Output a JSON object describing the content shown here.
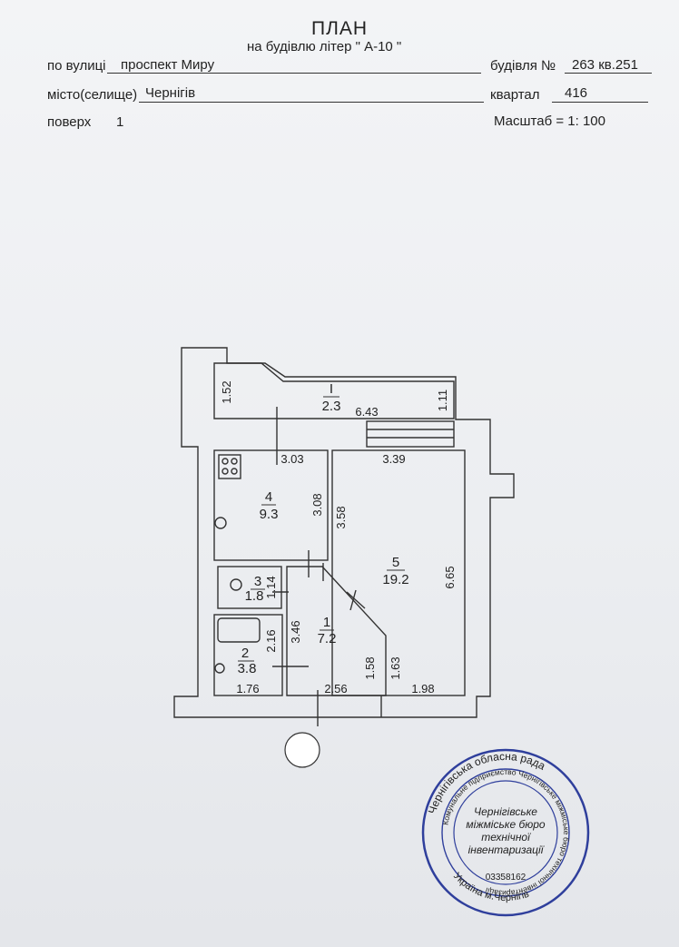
{
  "header": {
    "title": "ПЛАН",
    "subtitle": "на будівлю літер \" А-10        \"",
    "street_label": "по вулиці",
    "street_value": "проспект Миру",
    "building_label": "будівля №",
    "building_value": "263 кв.251",
    "city_label": "місто(селище)",
    "city_value": "Чернігів",
    "quarter_label": "квартал",
    "quarter_value": "416",
    "floor_label": "поверх",
    "floor_value": "1",
    "scale_label": "Масштаб = 1: 100"
  },
  "rooms": [
    {
      "number": "I",
      "area": "2.3"
    },
    {
      "number": "4",
      "area": "9.3"
    },
    {
      "number": "5",
      "area": "19.2"
    },
    {
      "number": "3",
      "area": "1.8"
    },
    {
      "number": "2",
      "area": "3.8"
    },
    {
      "number": "1",
      "area": "7.2"
    }
  ],
  "dimensions": {
    "d1": "1.52",
    "d2": "6.43",
    "d3": "1.11",
    "d4": "3.03",
    "d5": "3.39",
    "d6": "3.08",
    "d7": "3.58",
    "d8": "6.65",
    "d9": "1.14",
    "d10": "3.46",
    "d11": "2.16",
    "d12": "1.58",
    "d13": "1.63",
    "d14": "1.76",
    "d15": "2.56",
    "d16": "1.98"
  },
  "stamp": {
    "outer_text": "Чернігівська обласна рада",
    "middle_text": "Комунальне підприємство Чернігівське міжміське бюро технічної інвентаризації",
    "line1": "Чернігівське",
    "line2": "міжміське бюро",
    "line3": "технічної",
    "line4": "інвентаризації",
    "code": "03358162",
    "bottom_text": "Україна м.Чернігів"
  },
  "colors": {
    "ink": "#222222",
    "stamp": "#2f3f9c"
  }
}
